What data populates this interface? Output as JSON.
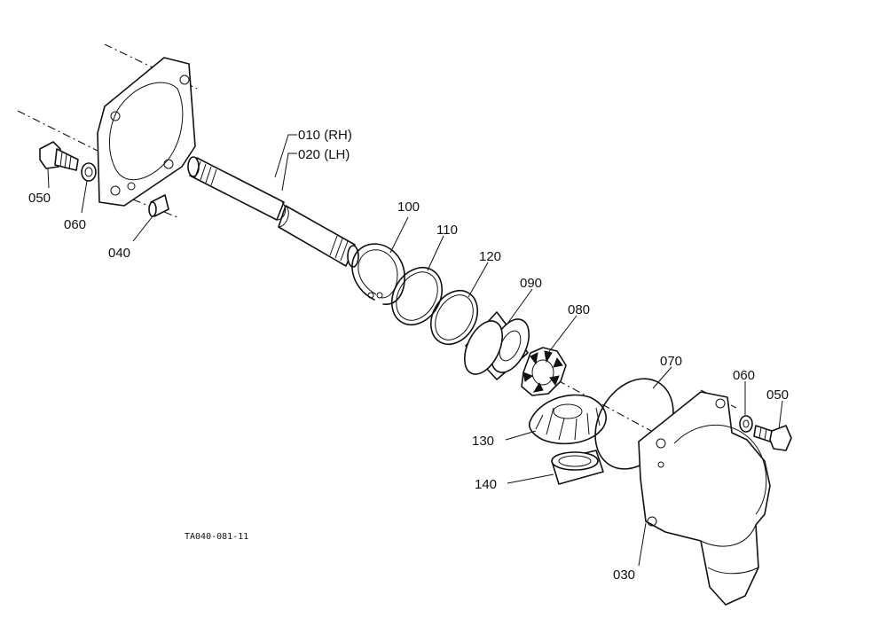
{
  "labels": {
    "p010": "010 (RH)",
    "p020": "020 (LH)",
    "p030": "030",
    "p040": "040",
    "p050_left": "050",
    "p050_right": "050",
    "p060_left": "060",
    "p060_right": "060",
    "p070": "070",
    "p080": "080",
    "p090": "090",
    "p100": "100",
    "p110": "110",
    "p120": "120",
    "p130": "130",
    "p140": "140"
  },
  "drawing_ref": "TA040-081-11"
}
